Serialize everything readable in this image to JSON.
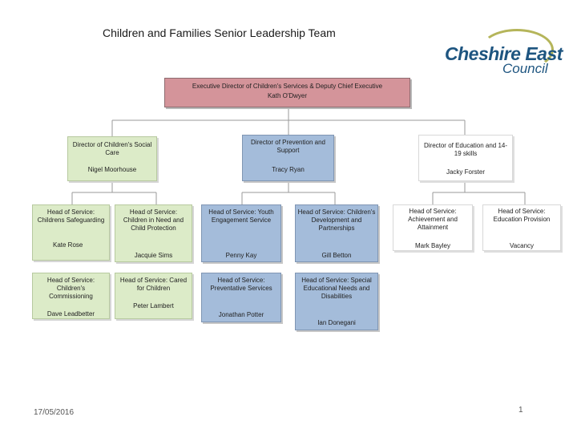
{
  "header": {
    "title": "Children and Families Senior Leadership Team",
    "logo_main": "Cheshire East",
    "logo_sub": "Council"
  },
  "executive": {
    "role": "Executive Director of Children's Services & Deputy Chief Executive",
    "name": "Kath O'Dwyer"
  },
  "directors": [
    {
      "role": "Director of Children's Social Care",
      "name": "Nigel Moorhouse"
    },
    {
      "role": "Director of Prevention and Support",
      "name": "Tracy Ryan"
    },
    {
      "role": "Director of Education and 14-19 skills",
      "name": "Jacky Forster"
    }
  ],
  "heads": {
    "safeguarding": {
      "role": "Head of Service: Childrens Safeguarding",
      "name": "Kate Rose"
    },
    "commissioning": {
      "role": "Head of Service: Children's Commissioning",
      "name": "Dave Leadbetter"
    },
    "in_need": {
      "role": "Head of Service: Children in Need and Child Protection",
      "name": "Jacquie Sims"
    },
    "cared_for": {
      "role": "Head of Service: Cared for Children",
      "name": "Peter Lambert"
    },
    "youth": {
      "role": "Head of Service: Youth Engagement Service",
      "name": "Penny Kay"
    },
    "development": {
      "role": "Head of Service: Children's Development and Partnerships",
      "name": "Gill Betton"
    },
    "preventative": {
      "role": "Head of Service: Preventative Services",
      "name": "Jonathan Potter"
    },
    "sen": {
      "role": "Head of Service: Special Educational Needs and Disabilities",
      "name": "Ian Donegani"
    },
    "achievement": {
      "role": "Head of Service: Achievement and Attainment",
      "name": "Mark Bayley"
    },
    "provision": {
      "role": "Head of Service: Education Provision",
      "name": "Vacancy"
    }
  },
  "footer": {
    "date": "17/05/2016",
    "page_number": "1"
  },
  "colors": {
    "executive_fill": "#d4949a",
    "prevention_fill": "#a4bcda",
    "social_care_fill": "#dcebc8",
    "education_fill": "#ffffff",
    "logo_blue": "#1e5580"
  }
}
